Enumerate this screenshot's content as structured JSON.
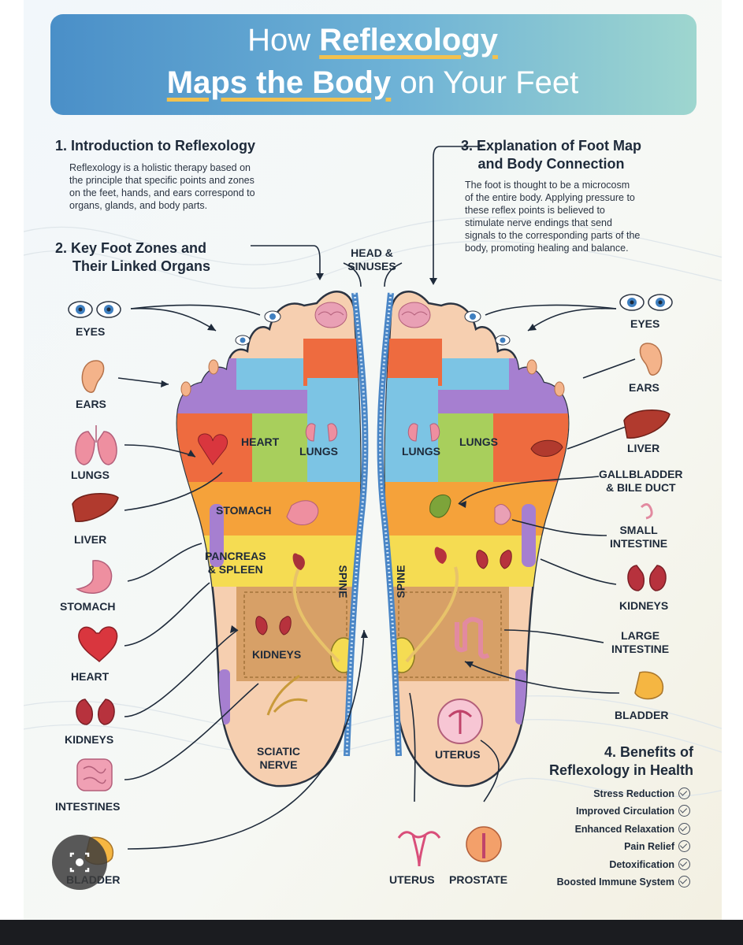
{
  "title": {
    "line1_plain": "How",
    "line1_bold": "Reflexology",
    "line2_bold": "Maps the Body",
    "line2_plain": "on Your Feet"
  },
  "sections": {
    "intro": {
      "heading": "1. Introduction to Reflexology",
      "lines": [
        "Reflexology is a holistic therapy based on",
        "the principle that specific points and zones",
        "on the feet, hands, and ears correspond to",
        "organs, glands, and body parts."
      ]
    },
    "key_zones": {
      "heading_lines": [
        "2. Key Foot Zones and",
        "Their Linked Organs"
      ]
    },
    "explanation": {
      "heading_lines": [
        "3. Explanation of Foot Map",
        "and Body Connection"
      ],
      "lines": [
        "The foot is thought to be a microcosm",
        "of the entire body. Applying pressure to",
        "these reflex points is believed to",
        "stimulate nerve endings that send",
        "signals to the corresponding parts of the",
        "body, promoting healing and balance."
      ]
    },
    "benefits": {
      "heading_lines": [
        "4. Benefits of",
        "Reflexology in Health"
      ],
      "items": [
        "Stress Reduction",
        "Improved Circulation",
        "Enhanced Relaxation",
        "Pain Relief",
        "Detoxification",
        "Boosted Immune System"
      ]
    }
  },
  "top_label": [
    "HEAD &",
    "SINUSES"
  ],
  "left_labels": {
    "eyes": "EYES",
    "ears": "EARS",
    "lungs": "LUNGS",
    "liver": "LIVER",
    "stomach": "STOMACH",
    "heart": "HEART",
    "kidneys": "KIDNEYS",
    "intestines": "INTESTINES",
    "bladder": "BLADDER"
  },
  "right_labels": {
    "eyes": "EYES",
    "ears": "EARS",
    "liver": "LIVER",
    "gallbladder": [
      "GALLBLADDER",
      "& BILE DUCT"
    ],
    "small_intestine": [
      "SMALL",
      "INTESTINE"
    ],
    "kidneys": "KIDNEYS",
    "large_intestine": [
      "LARGE",
      "INTESTINE"
    ],
    "bladder": "BLADDER"
  },
  "bottom_labels": {
    "uterus": "UTERUS",
    "prostate": "PROSTATE"
  },
  "left_foot_zones": {
    "heart": "HEART",
    "lungs": "LUNGS",
    "stomach": "STOMACH",
    "pancreas": [
      "PANCREAS",
      "& SPLEEN"
    ],
    "spine": "SPINE",
    "kidneys": "KIDNEYS",
    "sciatic": [
      "SCIATIC",
      "NERVE"
    ]
  },
  "right_foot_zones": {
    "lungs_a": "LUNGS",
    "lungs_b": "LUNGS",
    "spine": "SPINE",
    "uterus": "UTERUS"
  },
  "colors": {
    "title_start": "#4a8fc8",
    "title_end": "#9ed6cf",
    "highlight": "#f2c14e",
    "zone_red": "#ee6b3f",
    "zone_orange": "#f5a23a",
    "zone_yellow": "#f5dc52",
    "zone_green": "#a8cf5c",
    "zone_blue": "#7cc4e4",
    "zone_purple": "#a67fd0",
    "zone_brown": "#d7a067",
    "foot_skin": "#f6cfb0",
    "spine": "#4a86c6"
  }
}
